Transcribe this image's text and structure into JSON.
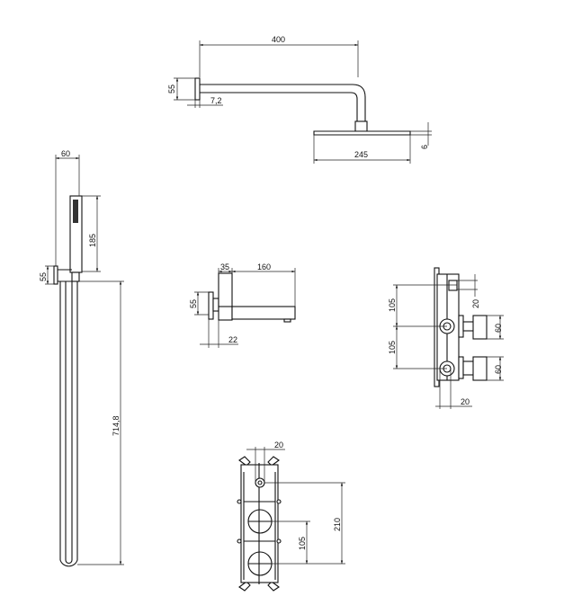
{
  "drawing": {
    "head_shower": {
      "arm_length": "400",
      "plate_height": "55",
      "plate_thickness": "7,2",
      "head_width": "245",
      "head_thickness": "6"
    },
    "hand_shower": {
      "bracket_width": "60",
      "handset_length": "185",
      "bracket_height": "55",
      "hose_length": "714,8"
    },
    "spout": {
      "body_length": "35",
      "spout_length": "160",
      "plate_height": "55",
      "projection": "22"
    },
    "mixer_side": {
      "spacing_top": "105",
      "spacing_bottom": "105",
      "top_offset": "20",
      "handle_1": "60",
      "handle_2": "60",
      "depth": "20"
    },
    "mixer_front": {
      "offset": "20",
      "total_spacing": "210",
      "spacing": "105"
    }
  }
}
